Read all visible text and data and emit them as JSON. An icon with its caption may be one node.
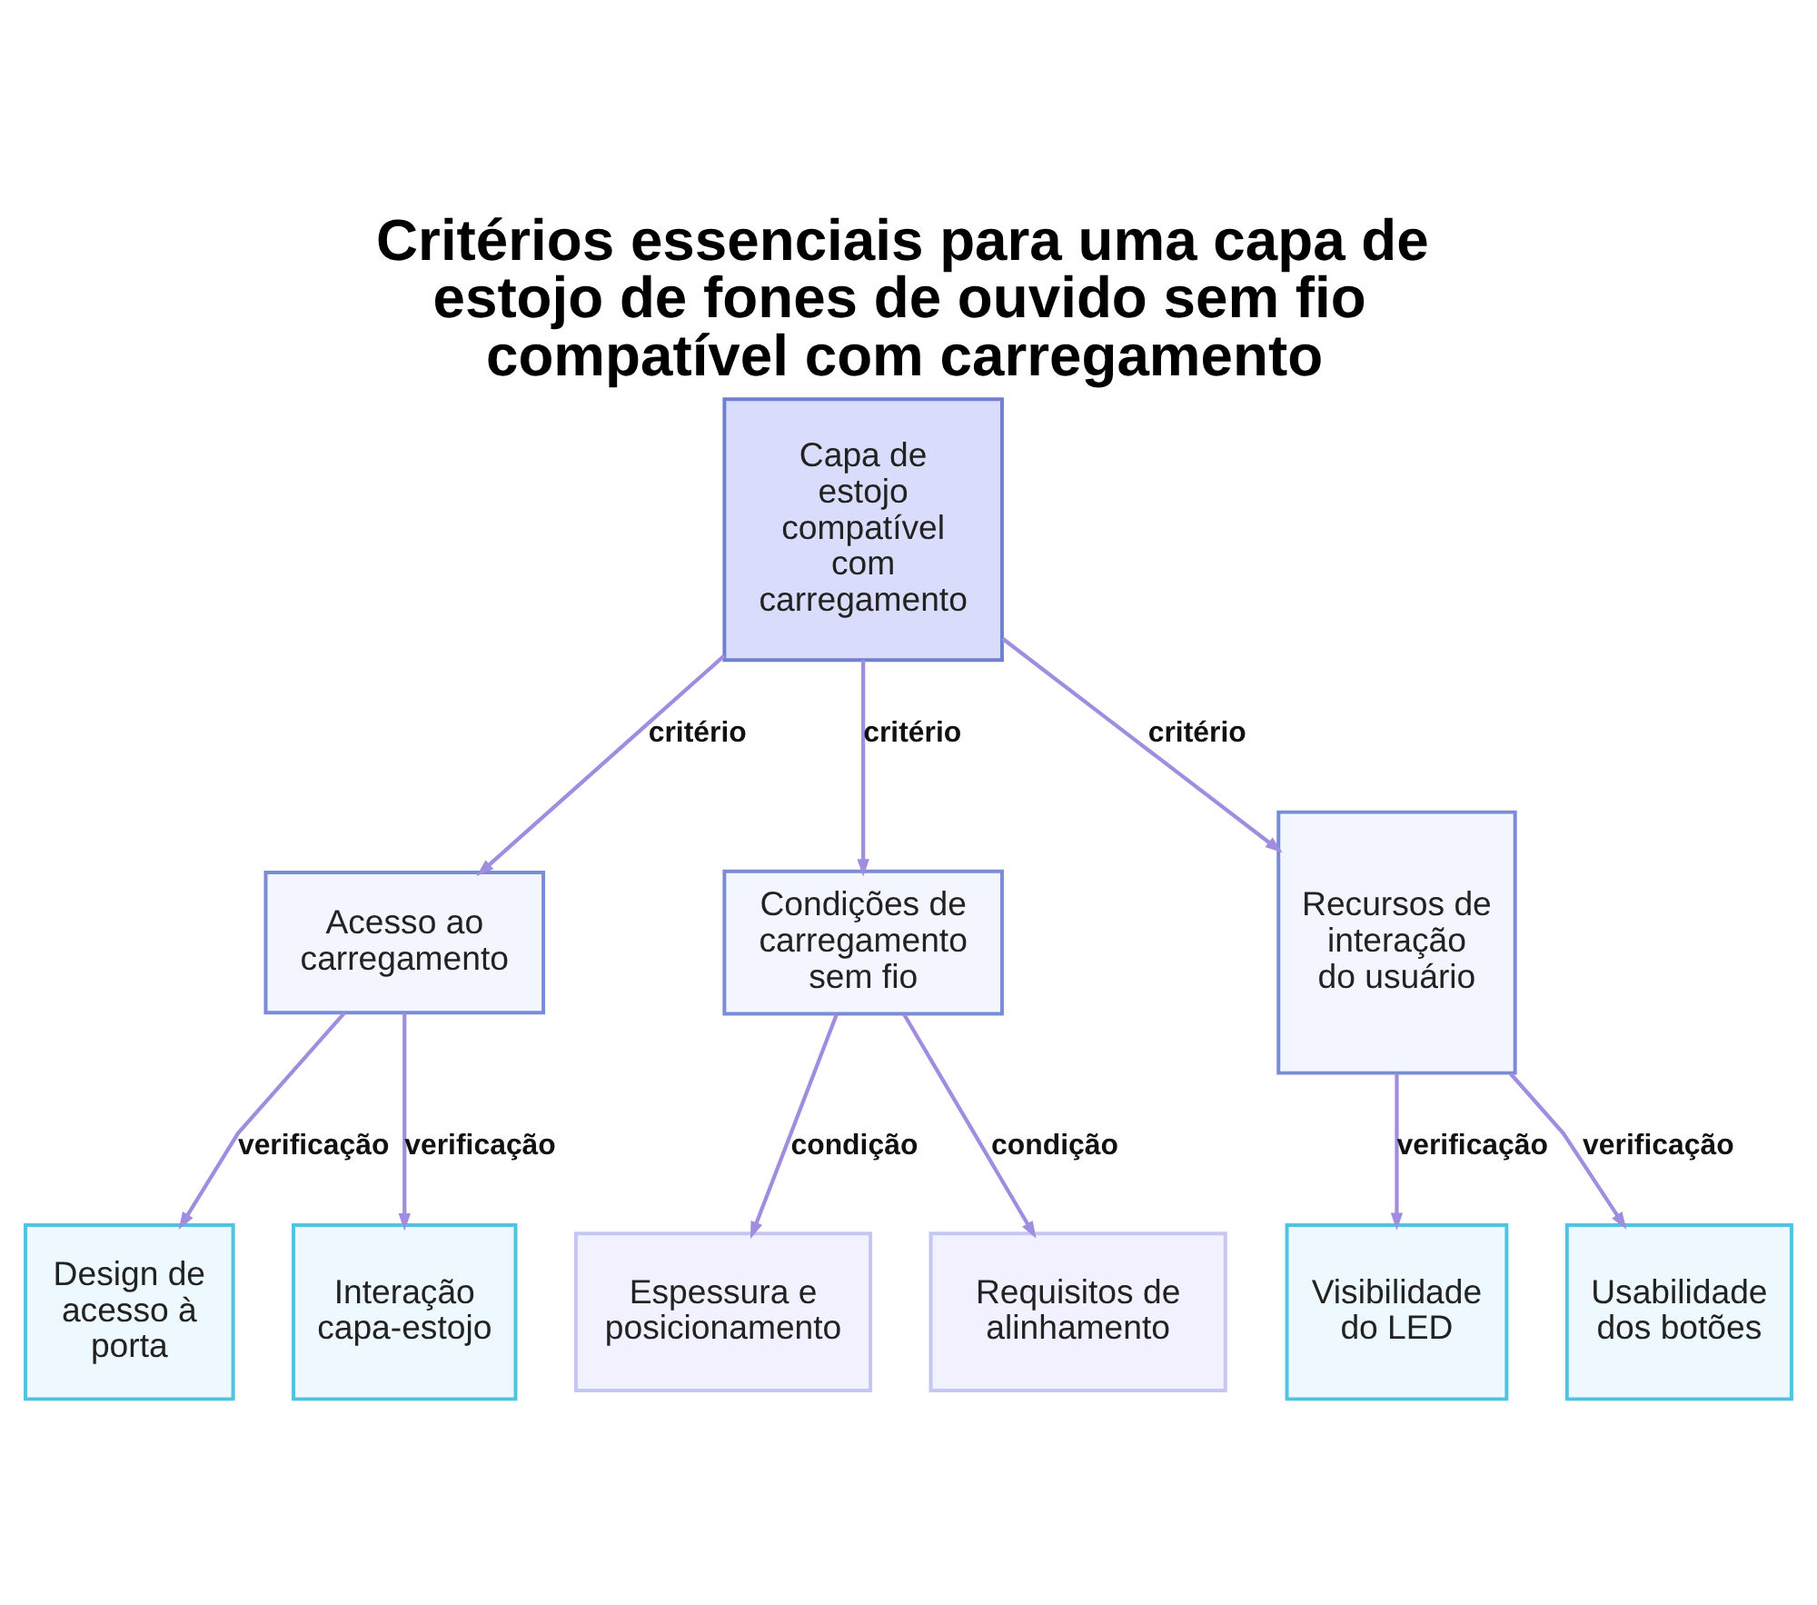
{
  "diagram": {
    "title": "Critérios essenciais para uma capa de estojo de fones de ouvido sem fio compatível com carregamento",
    "nodes": [
      {
        "text": [
          "Capa de estojo compatível com carregamento"
        ]
      },
      {
        "text": [
          "Acesso ao carregamento"
        ]
      },
      {
        "text": [
          "Condições de carregamento sem fio"
        ]
      },
      {
        "text": [
          "Recursos de interação do usuário"
        ]
      },
      {
        "text": [
          "Design de acesso à porta"
        ]
      },
      {
        "text": [
          "Interação capa-estojo"
        ]
      },
      {
        "text": [
          "Espessura e posicionamento"
        ]
      },
      {
        "text": [
          "Requisitos de alinhamento"
        ]
      },
      {
        "text": [
          "Visibilidade do LED"
        ]
      },
      {
        "text": [
          "Usabilidade dos botões"
        ]
      }
    ],
    "edges": [
      {
        "from": 0,
        "to": 1,
        "arrow": "to",
        "label": "critério"
      },
      {
        "from": 0,
        "to": 2,
        "arrow": "to",
        "label": "critério"
      },
      {
        "from": 0,
        "to": 3,
        "arrow": "to",
        "label": "critério"
      },
      {
        "from": 1,
        "to": 4,
        "arrow": "to",
        "label": "verificação"
      },
      {
        "from": 1,
        "to": 5,
        "arrow": "to",
        "label": "verificação"
      },
      {
        "from": 2,
        "to": 6,
        "arrow": "to",
        "label": "condição"
      },
      {
        "from": 2,
        "to": 7,
        "arrow": "to",
        "label": "condição"
      },
      {
        "from": 3,
        "to": 8,
        "arrow": "to",
        "label": "verificação"
      },
      {
        "from": 3,
        "to": 9,
        "arrow": "to",
        "label": "verificação"
      }
    ]
  }
}
